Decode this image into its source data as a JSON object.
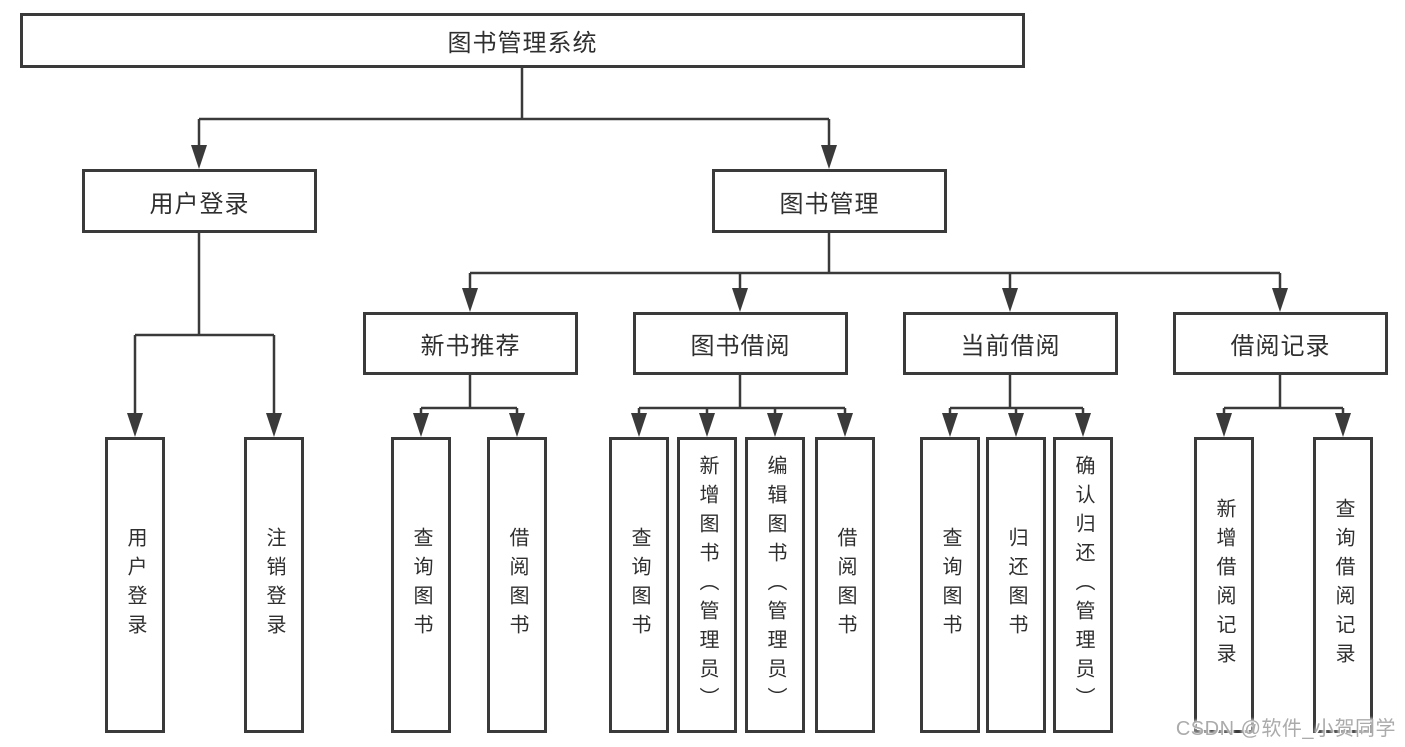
{
  "colors": {
    "line": "#3a3a3a",
    "box_border": "#3a3a3a",
    "text": "#2f2f2f",
    "watermark": "#ababab",
    "background": "#ffffff"
  },
  "diagram": {
    "type": "hierarchy-tree",
    "root": {
      "label": "图书管理系统"
    },
    "branches": [
      {
        "label": "用户登录",
        "children": [
          {
            "label": "用户登录"
          },
          {
            "label": "注销登录"
          }
        ]
      },
      {
        "label": "图书管理",
        "children": [
          {
            "label": "新书推荐",
            "children": [
              {
                "label": "查询图书"
              },
              {
                "label": "借阅图书"
              }
            ]
          },
          {
            "label": "图书借阅",
            "children": [
              {
                "label": "查询图书"
              },
              {
                "label": "新增图书（管理员）"
              },
              {
                "label": "编辑图书（管理员）"
              },
              {
                "label": "借阅图书"
              }
            ]
          },
          {
            "label": "当前借阅",
            "children": [
              {
                "label": "查询图书"
              },
              {
                "label": "归还图书"
              },
              {
                "label": "确认归还（管理员）"
              }
            ]
          },
          {
            "label": "借阅记录",
            "children": [
              {
                "label": "新增借阅记录"
              },
              {
                "label": "查询借阅记录"
              }
            ]
          }
        ]
      }
    ]
  },
  "watermark": {
    "text": "CSDN @软件_小贺同学"
  }
}
